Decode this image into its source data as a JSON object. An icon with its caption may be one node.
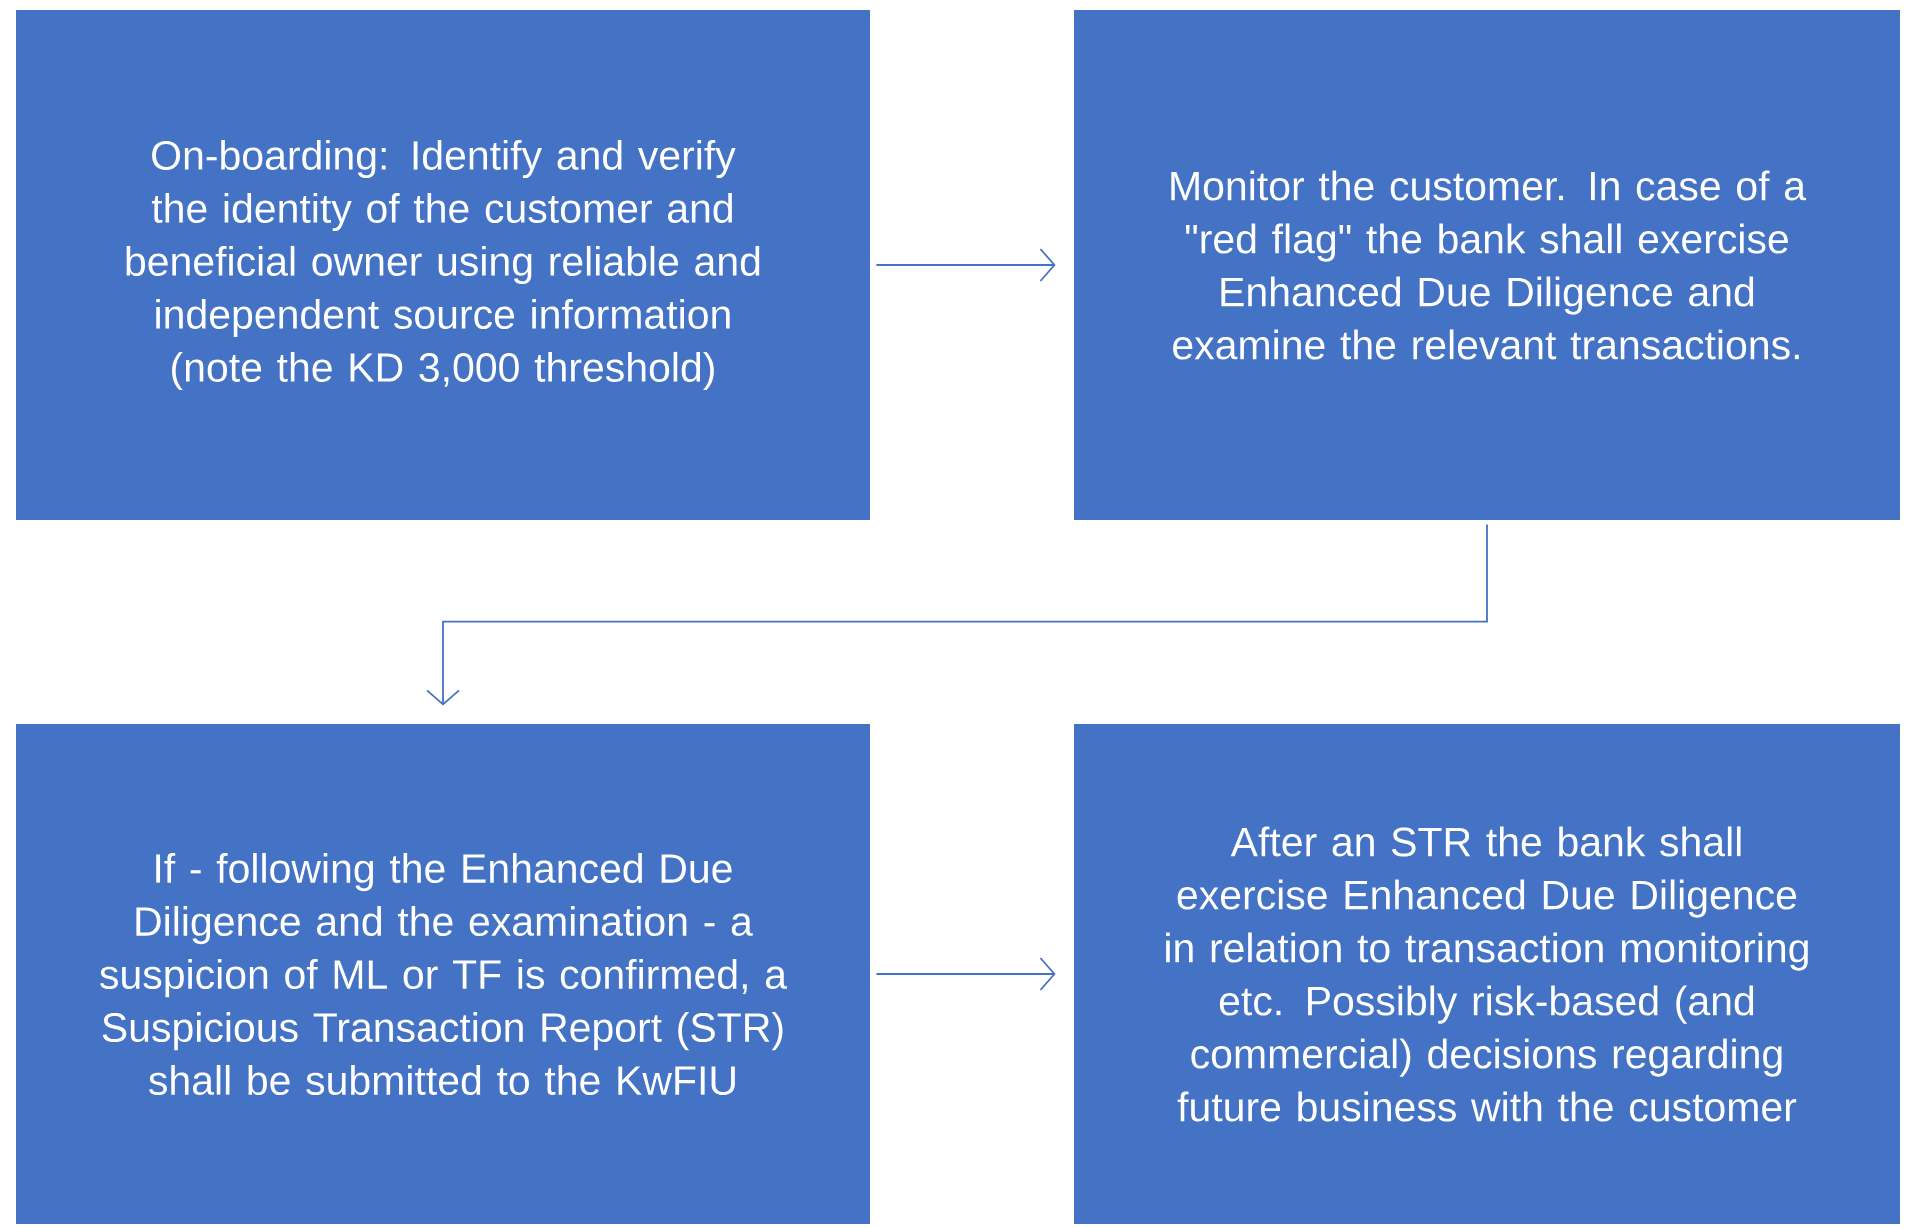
{
  "diagram": {
    "nodes": [
      {
        "text": [
          "On-boarding: Identify and verify the identity of the customer and beneficial owner using reliable and independent source information (note the KD 3,000 threshold)"
        ]
      },
      {
        "text": [
          "Monitor the customer. In case of a \"red flag\" the bank shall exercise Enhanced Due Diligence and examine the relevant transactions."
        ]
      },
      {
        "text": [
          "If - following the Enhanced Due Diligence and the examination - a suspicion of ML or TF is confirmed, a Suspicious Transaction Report (STR) shall be submitted to the KwFIU"
        ]
      },
      {
        "text": [
          "After an STR the bank shall exercise Enhanced Due Diligence in relation to transaction monitoring etc. Possibly risk-based (and commercial) decisions regarding future business with the customer"
        ]
      }
    ],
    "edges": [
      {
        "from": 0,
        "to": 1,
        "arrow": "to"
      },
      {
        "from": 1,
        "to": 2,
        "arrow": "to"
      },
      {
        "from": 2,
        "to": 3,
        "arrow": "to"
      }
    ]
  }
}
